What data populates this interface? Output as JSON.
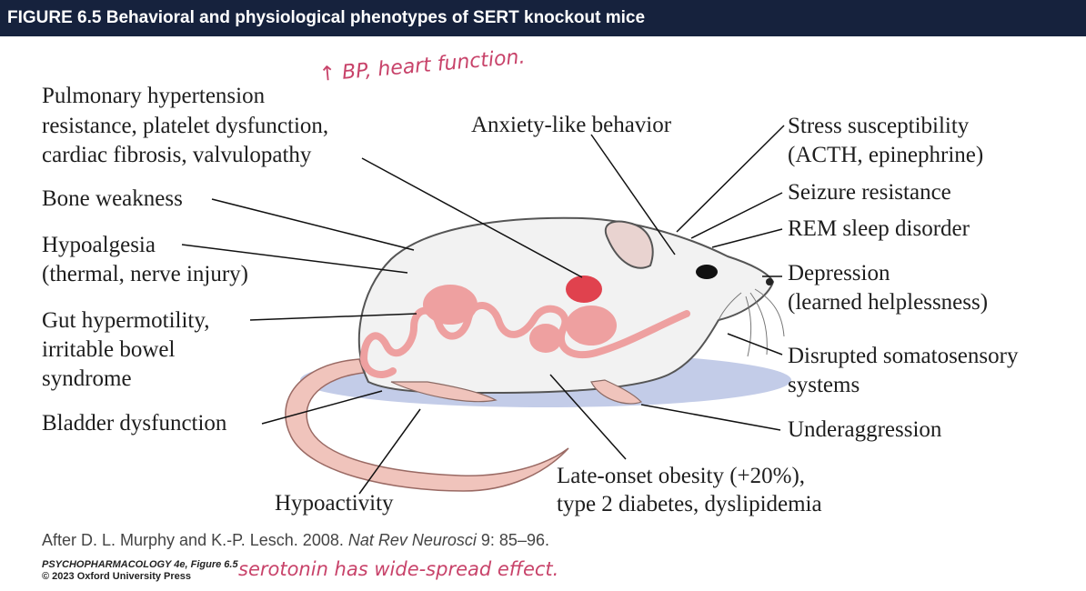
{
  "header": {
    "title": "FIGURE 6.5  Behavioral and physiological phenotypes of SERT knockout mice"
  },
  "labels": {
    "pulmonary_1": "Pulmonary hypertension",
    "pulmonary_2": "resistance, platelet dysfunction,",
    "pulmonary_3": "cardiac fibrosis, valvulopathy",
    "bone": "Bone weakness",
    "hypoalgesia_1": "Hypoalgesia",
    "hypoalgesia_2": "(thermal, nerve injury)",
    "gut_1": "Gut hypermotility,",
    "gut_2": "irritable bowel",
    "gut_3": "syndrome",
    "bladder": "Bladder dysfunction",
    "hypoactivity": "Hypoactivity",
    "anxiety": "Anxiety-like behavior",
    "stress_1": "Stress susceptibility",
    "stress_2": "(ACTH, epinephrine)",
    "seizure": "Seizure resistance",
    "rem": "REM sleep disorder",
    "depression_1": "Depression",
    "depression_2": "(learned helplessness)",
    "somato_1": "Disrupted somatosensory",
    "somato_2": "systems",
    "underaggression": "Underaggression",
    "obesity_1": "Late-onset obesity (+20%),",
    "obesity_2": "type 2 diabetes, dyslipidemia"
  },
  "notes": {
    "bp": "↑ BP, heart function.",
    "serotonin": "serotonin has wide-spread effect."
  },
  "citation": {
    "prefix": "After D. L. Murphy and K.-P. Lesch. 2008. ",
    "journal": "Nat Rev Neurosci",
    "suffix": " 9: 85–96."
  },
  "credit": {
    "line1": "PSYCHOPHARMACOLOGY 4e, Figure 6.5",
    "line2": "© 2023 Oxford University Press"
  },
  "colors": {
    "header_bg": "#16223d",
    "organ_red": "#e0424e",
    "gut_pink": "#eea0a0",
    "shadow_blue": "#b9c3e4",
    "handwriting": "#c8436a"
  }
}
